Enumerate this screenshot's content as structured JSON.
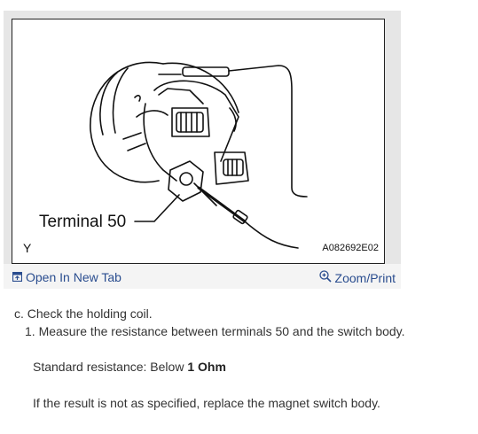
{
  "figure": {
    "callout_label": "Terminal 50",
    "corner_mark": "Y",
    "figure_code": "A082692E02",
    "open_tab_label": "Open In New Tab",
    "zoom_print_label": "Zoom/Print",
    "open_tab_icon": "open-in-new-tab-icon",
    "zoom_icon": "zoom-in-icon",
    "link_color": "#2a4d8f"
  },
  "instructions": {
    "step_c": "c. Check the holding coil.",
    "step_1": "1. Measure the resistance between terminals 50 and the switch body.",
    "standard_prefix": "Standard resistance: Below",
    "standard_value": "1 Ohm",
    "note": "If the result is not as specified, replace the magnet switch body."
  }
}
